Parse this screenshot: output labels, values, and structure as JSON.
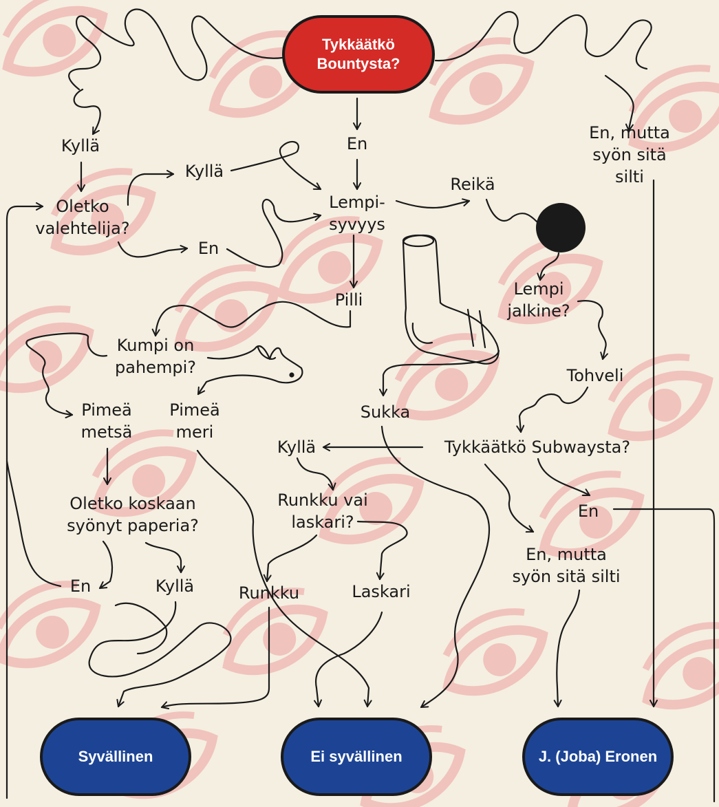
{
  "colors": {
    "background": "#f4efe1",
    "eye_pattern": "#f1c3bd",
    "start_fill": "#d42b27",
    "end_fill": "#1d4494",
    "line": "#1a1a1a"
  },
  "start": {
    "label": "Tykkäätkö\nBountysta?"
  },
  "nodes": {
    "kylla_top": "Kyllä",
    "en_top": "En",
    "en_mutta_top": "En, mutta\nsyön sitä silti",
    "oletko_valehtelija": "Oletko\nvalehtelija?",
    "kylla_2": "Kyllä",
    "en_2": "En",
    "lempisyvyys": "Lempi-\nsyvyys",
    "reika": "Reikä",
    "pilli": "Pilli",
    "lempi_jalkine": "Lempi\njalkine?",
    "kumpi_on_pahempi": "Kumpi on\npahempi?",
    "tohveli": "Tohveli",
    "pimea_metsa": "Pimeä\nmetsä",
    "pimea_meri": "Pimeä\nmeri",
    "sukka": "Sukka",
    "kylla_subway": "Kyllä",
    "tykkaatko_subwaysta": "Tykkäätkö Subwaysta?",
    "runkku_vai_laskari": "Runkku vai\nlaskari?",
    "en_subway": "En",
    "oletko_paperia": "Oletko koskaan\nsyönyt paperia?",
    "en_mutta_subway": "En, mutta\nsyön sitä silti",
    "en_paperi": "En",
    "kylla_paperi": "Kyllä",
    "runkku": "Runkku",
    "laskari": "Laskari"
  },
  "results": {
    "syvallinen": "Syvällinen",
    "ei_syvallinen": "Ei syvällinen",
    "eronen": "J. (Joba) Eronen"
  }
}
